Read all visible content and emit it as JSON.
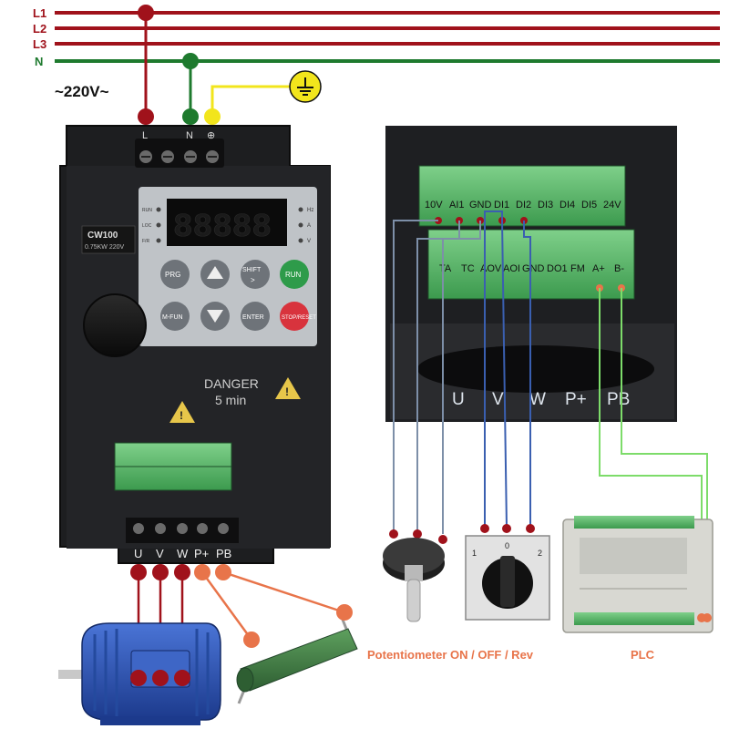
{
  "supply": {
    "lines": [
      "L1",
      "L2",
      "L3",
      "N"
    ],
    "voltage_label": "~220V~"
  },
  "colors": {
    "live": "#a0121b",
    "neutral": "#1e7a2e",
    "earth": "#f2e51c",
    "brake": "#e8744a",
    "signal": "#7d8fa8",
    "plc_link": "#7ddc6a",
    "caption": "#e8744a"
  },
  "vfd": {
    "model": "CW100",
    "rating": "0.75KW 220V",
    "display": "88888",
    "status_leds": [
      "RUN",
      "LOC",
      "F/R"
    ],
    "unit_leds": [
      "Hz",
      "A",
      "V"
    ],
    "buttons": [
      "PRG",
      "SHIFT",
      "RUN",
      "M-FUN",
      "ENTER",
      "STOP/RESET"
    ],
    "warning": [
      "DANGER",
      "5 min"
    ],
    "input_terminals": [
      "L",
      "N",
      "⊕"
    ],
    "output_terminals": [
      "U",
      "V",
      "W",
      "P+",
      "PB"
    ]
  },
  "control_terminals": {
    "top_row": [
      "10V",
      "AI1",
      "GND",
      "DI1",
      "DI2",
      "DI3",
      "DI4",
      "DI5",
      "24V"
    ],
    "bottom_row": [
      "TA",
      "TC",
      "AOV",
      "AOI",
      "GND",
      "DO1",
      "FM",
      "A+",
      "B-"
    ],
    "power_row": [
      "U",
      "V",
      "W",
      "P+",
      "PB"
    ]
  },
  "switch": {
    "positions": [
      "1",
      "0",
      "2"
    ]
  },
  "captions": {
    "potentiometer": "Potentiometer ON / OFF / Rev",
    "plc": "PLC"
  }
}
